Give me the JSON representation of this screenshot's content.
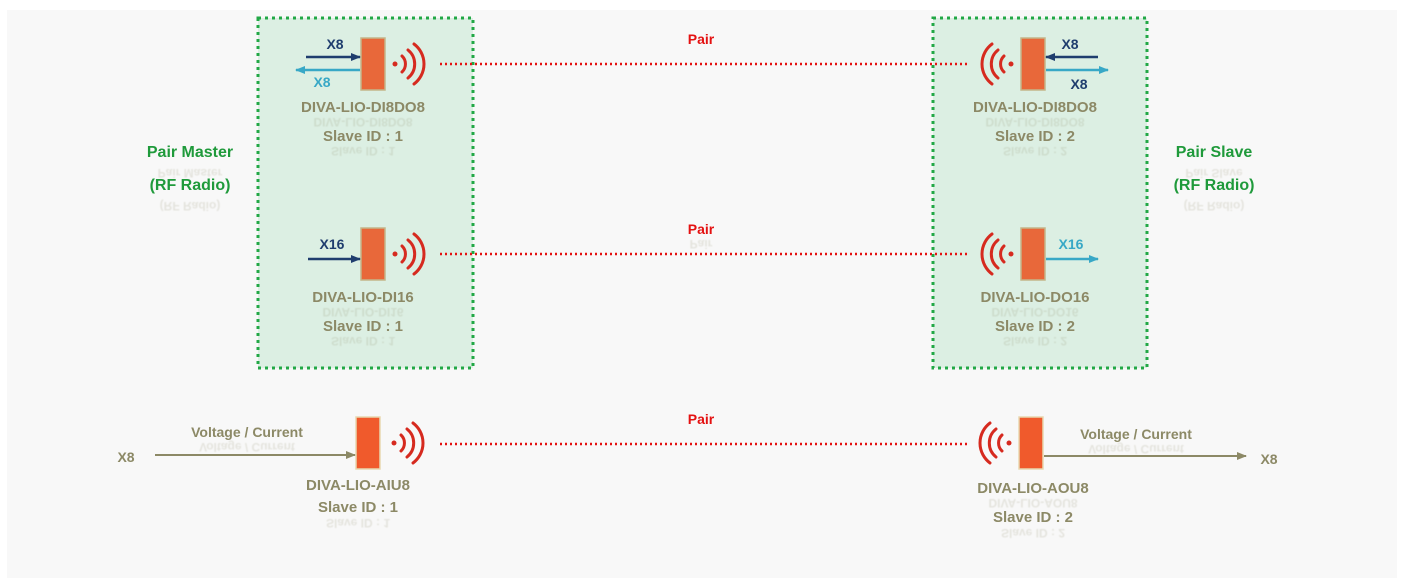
{
  "pair_label": "Pair",
  "master_group": {
    "line1": "Pair Master",
    "line2": "(RF Radio)"
  },
  "slave_group": {
    "line1": "Pair Slave",
    "line2": "(RF Radio)"
  },
  "rows": [
    {
      "master": {
        "model": "DIVA-LIO-DI8DO8",
        "slave_id": "Slave ID : 1",
        "in_label": "X8",
        "out_label": "X8"
      },
      "slave": {
        "model": "DIVA-LIO-DI8DO8",
        "slave_id": "Slave ID : 2",
        "in_label": "X8",
        "out_label": "X8"
      }
    },
    {
      "master": {
        "model": "DIVA-LIO-DI16",
        "slave_id": "Slave ID : 1",
        "in_label": "X16"
      },
      "slave": {
        "model": "DIVA-LIO-DO16",
        "slave_id": "Slave ID : 2",
        "out_label": "X16"
      }
    },
    {
      "master": {
        "model": "DIVA-LIO-AIU8",
        "slave_id": "Slave ID : 1",
        "signal": "Voltage / Current",
        "count": "X8"
      },
      "slave": {
        "model": "DIVA-LIO-AOU8",
        "slave_id": "Slave ID : 2",
        "signal": "Voltage / Current",
        "count": "X8"
      }
    }
  ],
  "colors": {
    "group_border": "#22a846",
    "group_fill": "#dcefe3",
    "pair_line": "#e41111",
    "radio_waves": "#d62a1f",
    "device_body": "#e8683a",
    "navy_arrow": "#1f3d6e",
    "cyan_arrow": "#38a8c6",
    "olive": "#8c8966"
  }
}
